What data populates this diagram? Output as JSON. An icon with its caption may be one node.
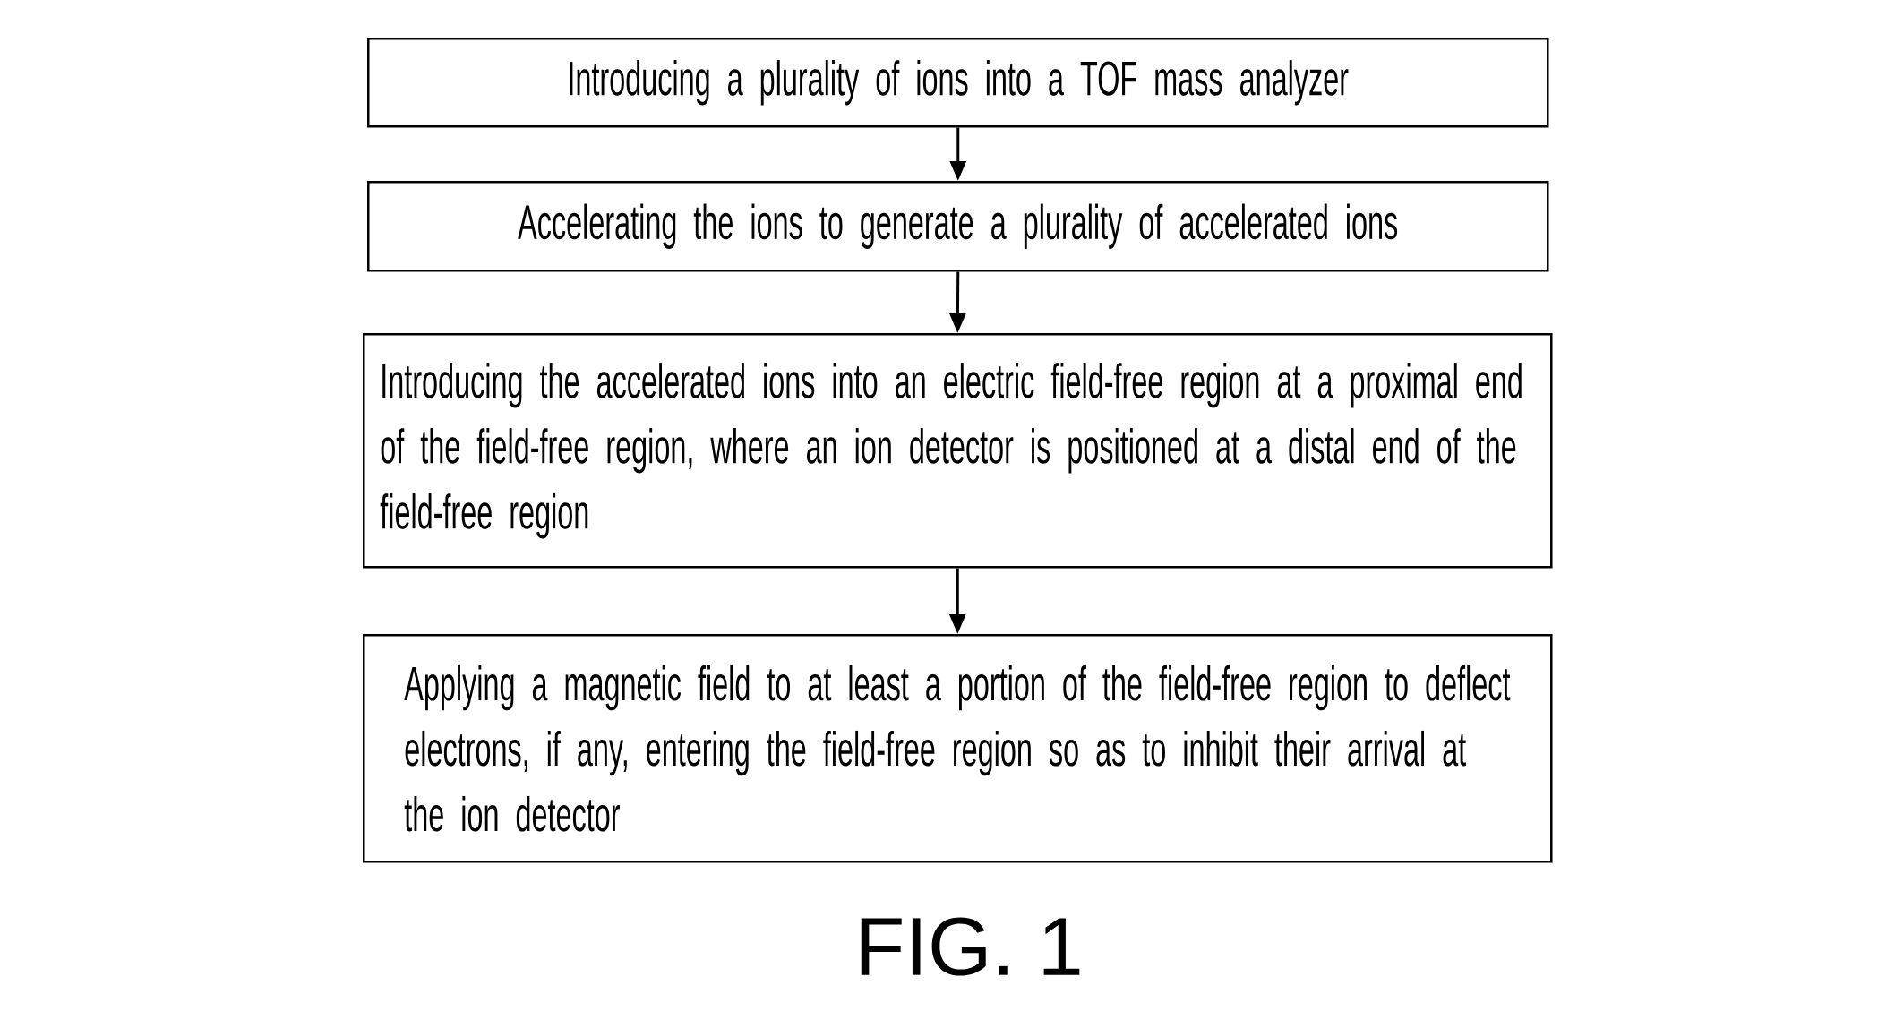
{
  "diagram": {
    "caption": "FIG. 1",
    "nodes": [
      {
        "text": [
          "Introducing a plurality of ions into a TOF mass analyzer"
        ]
      },
      {
        "text": [
          "Accelerating the ions to generate a plurality of accelerated ions"
        ]
      },
      {
        "text": [
          "Introducing the accelerated ions into an electric field-free region at a proximal end of the field-free region, where an ion detector is positioned at a distal end of the field-free region"
        ]
      },
      {
        "text": [
          "Applying a magnetic field to at least a portion of the field-free region to deflect electrons, if any, entering the field-free region so as to inhibit their arrival at the ion detector"
        ]
      }
    ],
    "edges": [
      {
        "from": 0,
        "to": 1,
        "arrow": "to"
      },
      {
        "from": 1,
        "to": 2,
        "arrow": "to"
      },
      {
        "from": 2,
        "to": 3,
        "arrow": "to"
      }
    ]
  }
}
